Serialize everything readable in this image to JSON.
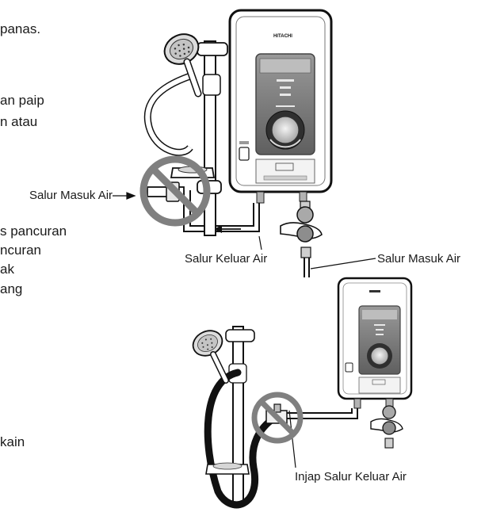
{
  "left_text": {
    "line_1": "panas.",
    "line_2": "an paip",
    "line_3": "n atau",
    "line_4": "s pancuran",
    "line_5": "ncuran",
    "line_6": "ak",
    "line_7": "ang",
    "line_8": "kain"
  },
  "labels": {
    "inlet_left": "Salur Masuk Air",
    "outlet_top": "Salur Keluar Air",
    "inlet_right": "Salur Masuk Air",
    "outlet_valve": "Injap Salur Keluar Air"
  },
  "heater": {
    "brand": "HITACHI"
  },
  "symbols": {
    "prohibited_top": "prohibited-icon",
    "prohibited_bottom": "prohibited-icon"
  }
}
